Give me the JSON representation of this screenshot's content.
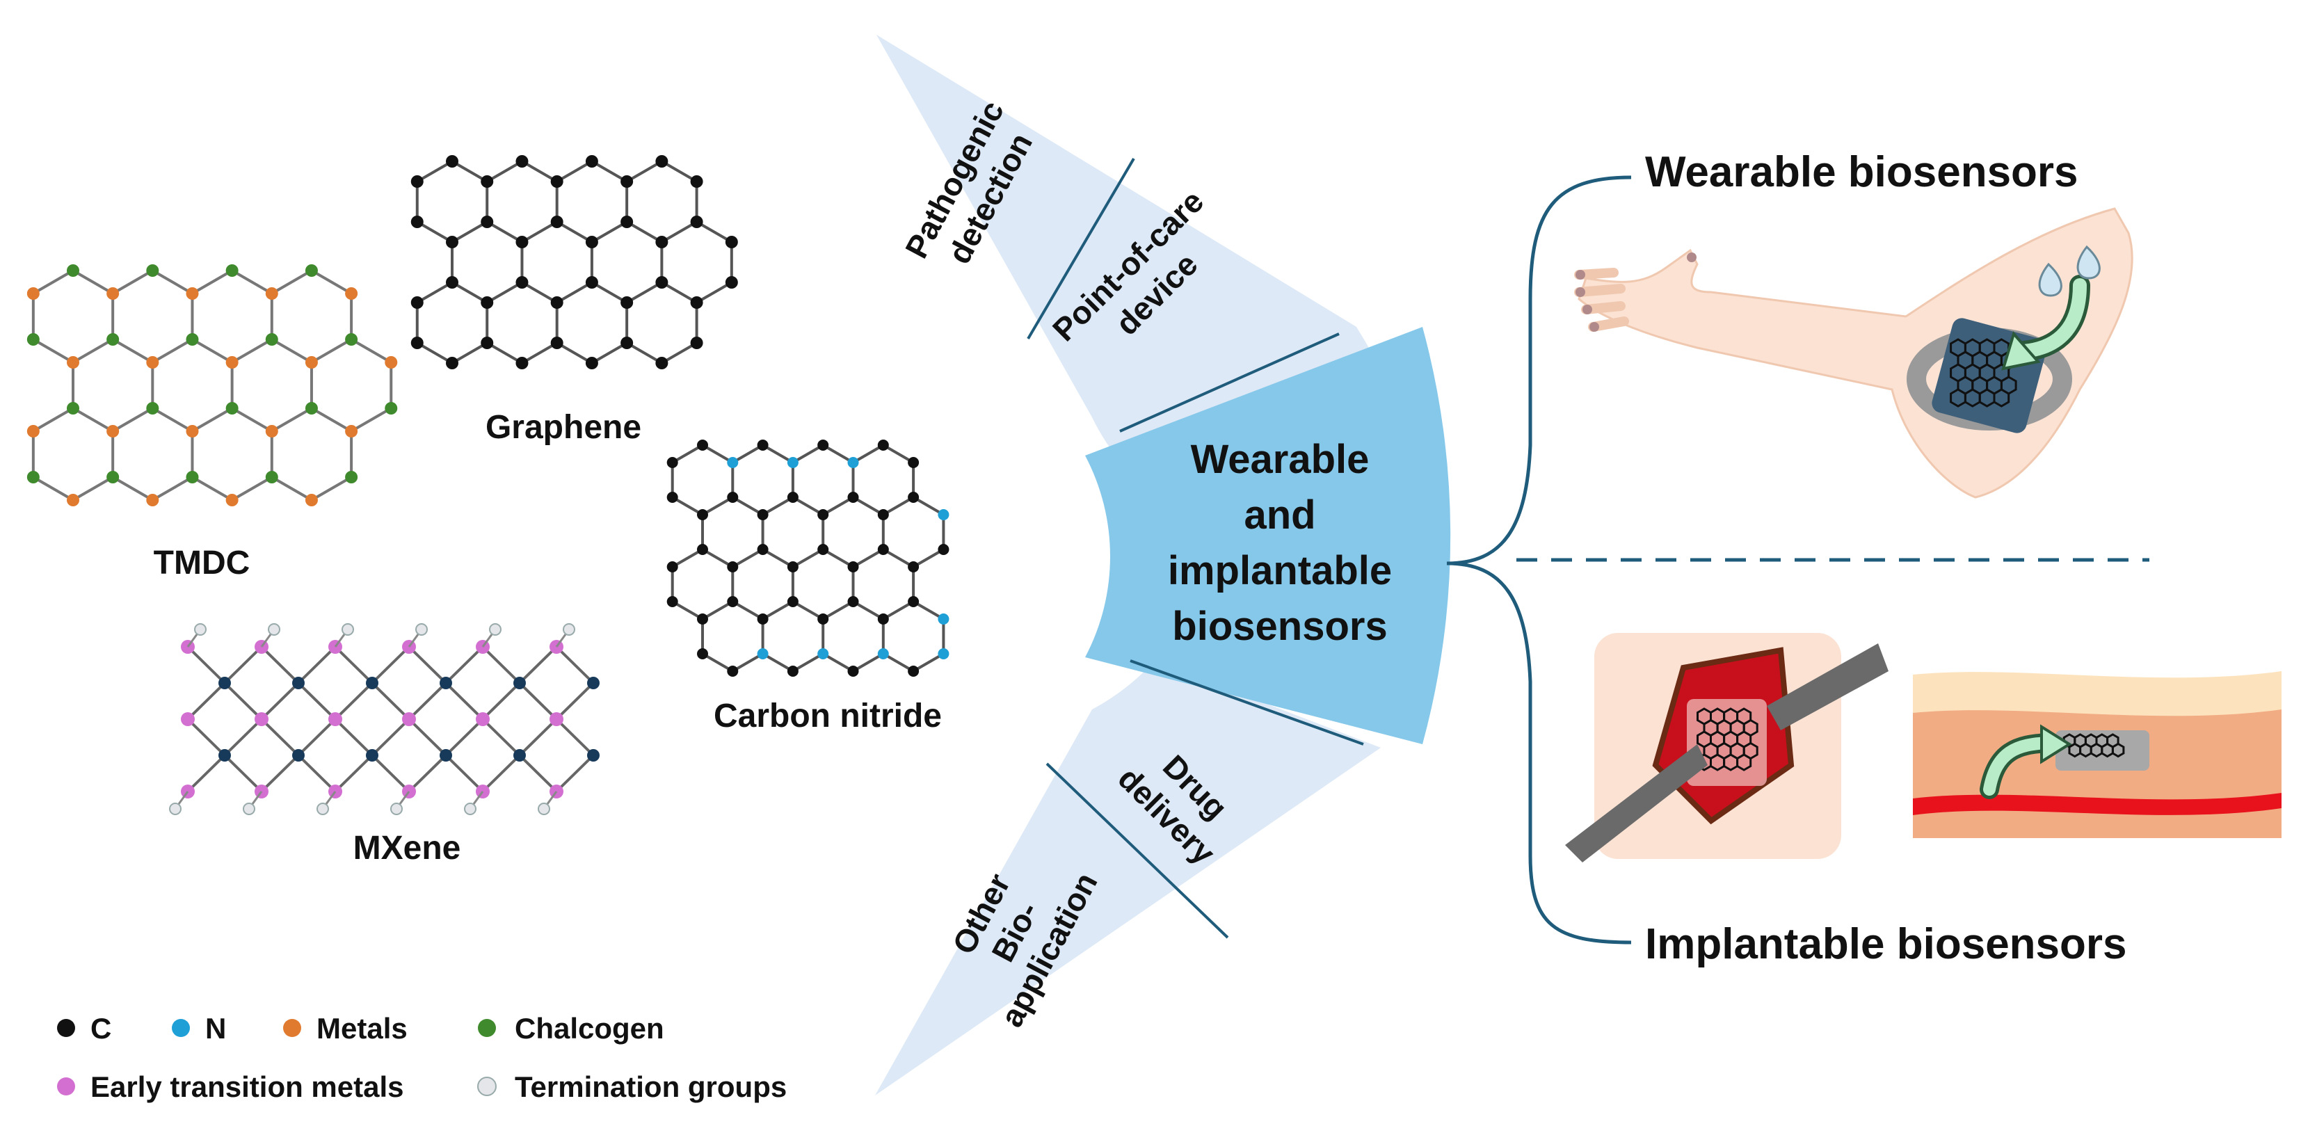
{
  "materials": {
    "tmdc": "TMDC",
    "graphene": "Graphene",
    "carbon_nitride": "Carbon nitride",
    "mxene": "MXene"
  },
  "applications": {
    "pathogenic": [
      "Pathogenic",
      "detection"
    ],
    "point_of_care": [
      "Point-of-care",
      "device"
    ],
    "center": [
      "Wearable",
      "and",
      "implantable",
      "biosensors"
    ],
    "drug_delivery": [
      "Drug",
      "delivery"
    ],
    "other": [
      "Other",
      "Bio-",
      "application"
    ]
  },
  "outcomes": {
    "wearable": "Wearable biosensors",
    "implantable": "Implantable biosensors"
  },
  "legend": [
    {
      "label": "C",
      "color": "#111111"
    },
    {
      "label": "N",
      "color": "#1e9fd6"
    },
    {
      "label": "Metals",
      "color": "#e07a2e"
    },
    {
      "label": "Chalcogen",
      "color": "#3f8a2c"
    },
    {
      "label": "Early transition metals",
      "color": "#d26fd0"
    },
    {
      "label": "Termination groups",
      "color": "#e4e6ea"
    }
  ],
  "colors": {
    "fan_light": "#dde9f6",
    "fan_center": "#86c8ea",
    "divider": "#1f5b7a",
    "connector": "#1f5b7a",
    "skin": "#fbe2d3",
    "tissue_red": "#c8101c"
  }
}
